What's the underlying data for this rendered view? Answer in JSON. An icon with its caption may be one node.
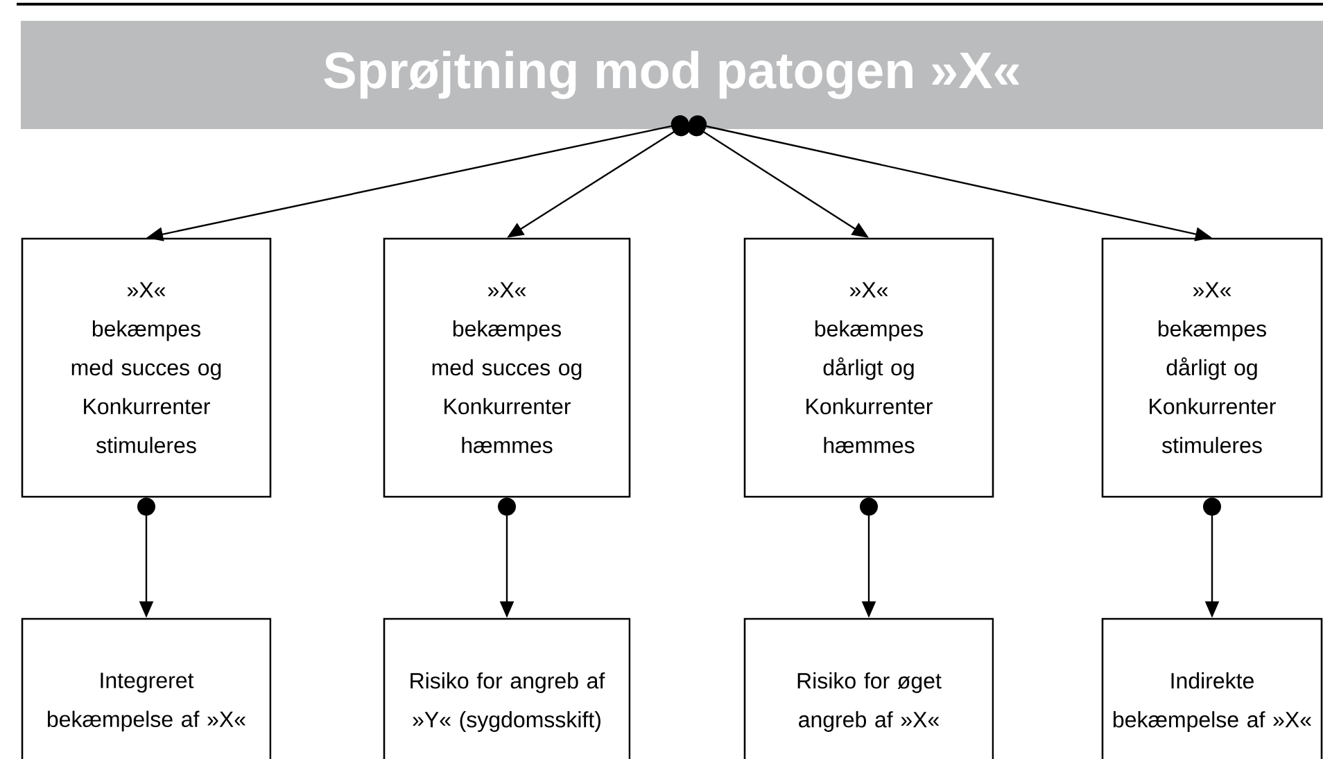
{
  "diagram": {
    "nodes": [
      {
        "text": [
          "Sprøjtning mod patogen »X«"
        ]
      },
      {
        "text": [
          "»X« bekæmpes med succes og Konkurrenter stimuleres"
        ]
      },
      {
        "text": [
          "»X« bekæmpes med succes og Konkurrenter hæmmes"
        ]
      },
      {
        "text": [
          "»X« bekæmpes dårligt og Konkurrenter hæmmes"
        ]
      },
      {
        "text": [
          "»X« bekæmpes dårligt og Konkurrenter stimuleres"
        ]
      },
      {
        "text": [
          "Integreret bekæmpelse af »X«"
        ]
      },
      {
        "text": [
          "Risiko for angreb af »Y« (sygdomsskift)"
        ]
      },
      {
        "text": [
          "Risiko for øget angreb af »X«"
        ]
      },
      {
        "text": [
          "Indirekte bekæmpelse af »X«"
        ]
      }
    ],
    "edges": [
      {
        "from": 0,
        "to": 1,
        "arrow": "to"
      },
      {
        "from": 0,
        "to": 2,
        "arrow": "to"
      },
      {
        "from": 0,
        "to": 3,
        "arrow": "to"
      },
      {
        "from": 0,
        "to": 4,
        "arrow": "to"
      },
      {
        "from": 1,
        "to": 5,
        "arrow": "to"
      },
      {
        "from": 2,
        "to": 6,
        "arrow": "to"
      },
      {
        "from": 3,
        "to": 7,
        "arrow": "to"
      },
      {
        "from": 4,
        "to": 8,
        "arrow": "to"
      }
    ]
  }
}
